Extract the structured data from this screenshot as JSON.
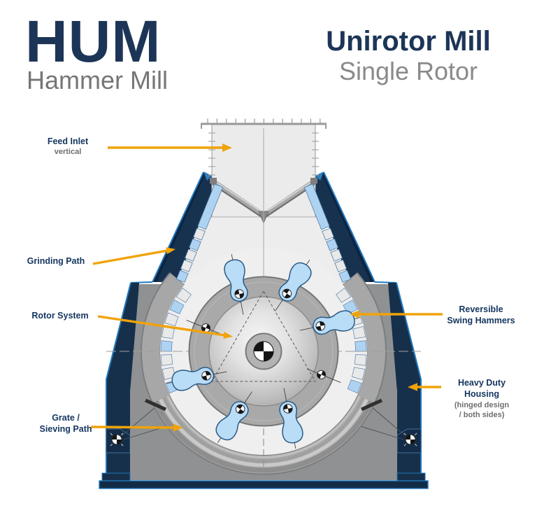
{
  "header": {
    "logo": "HUM",
    "logo_subtitle": "Hammer Mill",
    "title": "Unirotor Mill",
    "subtitle": "Single Rotor"
  },
  "labels": {
    "feed_inlet": {
      "title": "Feed Inlet",
      "subtitle": "vertical"
    },
    "grinding_path": {
      "title": "Grinding Path"
    },
    "rotor_system": {
      "title": "Rotor System"
    },
    "grate_sieving": {
      "line1": "Grate /",
      "line2": "Sieving Path"
    },
    "swing_hammers": {
      "line1": "Reversible",
      "line2": "Swing Hammers"
    },
    "housing": {
      "line1": "Heavy Duty",
      "line2": "Housing",
      "sub1": "(hinged design",
      "sub2": "/ both sides)"
    }
  },
  "colors": {
    "accent_orange": "#F0A30A",
    "text_navy": "#1C3557",
    "text_gray": "#7B7B7B",
    "housing_navy": "#16304B",
    "housing_navy_dark": "#0C2440",
    "edge_blue": "#2178BD",
    "lining_blue": "#AED3F2",
    "hammer_blue": "#B9DCF7",
    "interior_gray": "#EDEDED",
    "wedge_gray": "#8F9193",
    "ring_gray": "#A7A7A7"
  }
}
